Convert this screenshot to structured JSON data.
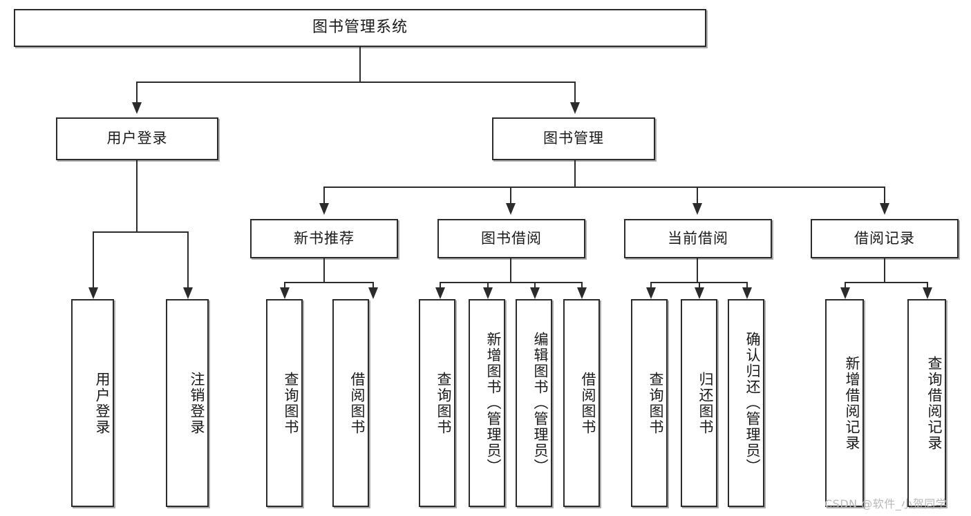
{
  "diagram": {
    "type": "tree-hierarchy",
    "title": "图书管理系统",
    "watermark": "CSDN @软件_小贺同学",
    "colors": {
      "stroke": "#2b2b2b",
      "fill": "#ffffff",
      "text": "#1a1a1a",
      "watermark": "#b9b9b9"
    },
    "nodes": {
      "root": {
        "label": "图书管理系统"
      },
      "level2": [
        {
          "id": "user-login",
          "label": "用户登录"
        },
        {
          "id": "book-mgmt",
          "label": "图书管理"
        }
      ],
      "level3": [
        {
          "id": "new-book-rec",
          "label": "新书推荐"
        },
        {
          "id": "book-borrow",
          "label": "图书借阅"
        },
        {
          "id": "current-borrow",
          "label": "当前借阅"
        },
        {
          "id": "borrow-record",
          "label": "借阅记录"
        }
      ],
      "leaves": {
        "user_login": [
          {
            "id": "leaf-user-login",
            "label": "用户登录"
          },
          {
            "id": "leaf-user-logout",
            "label": "注销登录"
          }
        ],
        "new_book_rec": [
          {
            "id": "leaf-query-book-1",
            "label": "查询图书"
          },
          {
            "id": "leaf-borrow-book-1",
            "label": "借阅图书"
          }
        ],
        "book_borrow": [
          {
            "id": "leaf-query-book-2",
            "label": "查询图书"
          },
          {
            "id": "leaf-add-book",
            "label": "新增图书（管理员）"
          },
          {
            "id": "leaf-edit-book",
            "label": "编辑图书（管理员）"
          },
          {
            "id": "leaf-borrow-book-2",
            "label": "借阅图书"
          }
        ],
        "current_borrow": [
          {
            "id": "leaf-query-book-3",
            "label": "查询图书"
          },
          {
            "id": "leaf-return-book",
            "label": "归还图书"
          },
          {
            "id": "leaf-confirm-return",
            "label": "确认归还（管理员）"
          }
        ],
        "borrow_record": [
          {
            "id": "leaf-add-record",
            "label": "新增借阅记录"
          },
          {
            "id": "leaf-query-record",
            "label": "查询借阅记录"
          }
        ]
      }
    },
    "edges": [
      {
        "from": "图书管理系统",
        "to": "用户登录"
      },
      {
        "from": "图书管理系统",
        "to": "图书管理"
      },
      {
        "from": "用户登录",
        "to": "用户登录"
      },
      {
        "from": "用户登录",
        "to": "注销登录"
      },
      {
        "from": "图书管理",
        "to": "新书推荐"
      },
      {
        "from": "图书管理",
        "to": "图书借阅"
      },
      {
        "from": "图书管理",
        "to": "当前借阅"
      },
      {
        "from": "图书管理",
        "to": "借阅记录"
      },
      {
        "from": "新书推荐",
        "to": "查询图书"
      },
      {
        "from": "新书推荐",
        "to": "借阅图书"
      },
      {
        "from": "图书借阅",
        "to": "查询图书"
      },
      {
        "from": "图书借阅",
        "to": "新增图书（管理员）"
      },
      {
        "from": "图书借阅",
        "to": "编辑图书（管理员）"
      },
      {
        "from": "图书借阅",
        "to": "借阅图书"
      },
      {
        "from": "当前借阅",
        "to": "查询图书"
      },
      {
        "from": "当前借阅",
        "to": "归还图书"
      },
      {
        "from": "当前借阅",
        "to": "确认归还（管理员）"
      },
      {
        "from": "借阅记录",
        "to": "新增借阅记录"
      },
      {
        "from": "借阅记录",
        "to": "查询借阅记录"
      }
    ]
  }
}
